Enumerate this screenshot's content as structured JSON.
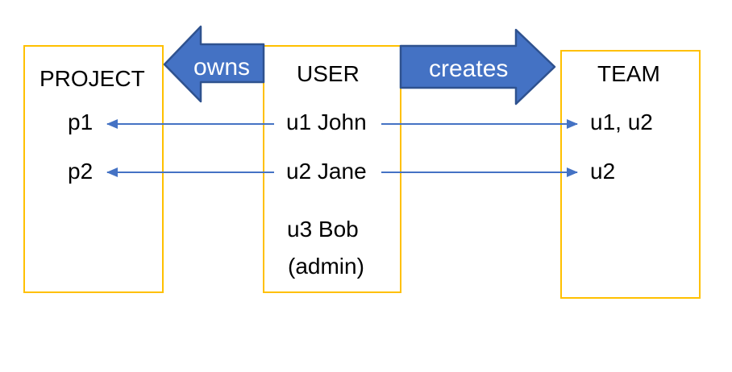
{
  "colors": {
    "background": "#FFFFFF",
    "text": "#000000",
    "box_border": "#FFC000",
    "arrow_fill": "#4472C4",
    "arrow_stroke": "#2F528F",
    "arrow_label": "#FFFFFF",
    "connector": "#4472C4"
  },
  "boxes": [
    {
      "id": "project",
      "title": "PROJECT",
      "items": [
        "p1",
        "p2"
      ]
    },
    {
      "id": "user",
      "title": "USER",
      "items": [
        "u1 John",
        "u2 Jane",
        "u3 Bob",
        "(admin)"
      ]
    },
    {
      "id": "team",
      "title": "TEAM",
      "items": [
        "u1, u2",
        "u2"
      ]
    }
  ],
  "relations": [
    {
      "label": "owns",
      "from": "USER",
      "to": "PROJECT",
      "direction": "left"
    },
    {
      "label": "creates",
      "from": "USER",
      "to": "TEAM",
      "direction": "right"
    }
  ],
  "connectors": [
    {
      "from": "u1 John",
      "to": "p1",
      "direction": "left"
    },
    {
      "from": "u2 Jane",
      "to": "p2",
      "direction": "left"
    },
    {
      "from": "u1 John",
      "to": "u1, u2",
      "direction": "right"
    },
    {
      "from": "u2 Jane",
      "to": "u2",
      "direction": "right"
    }
  ]
}
